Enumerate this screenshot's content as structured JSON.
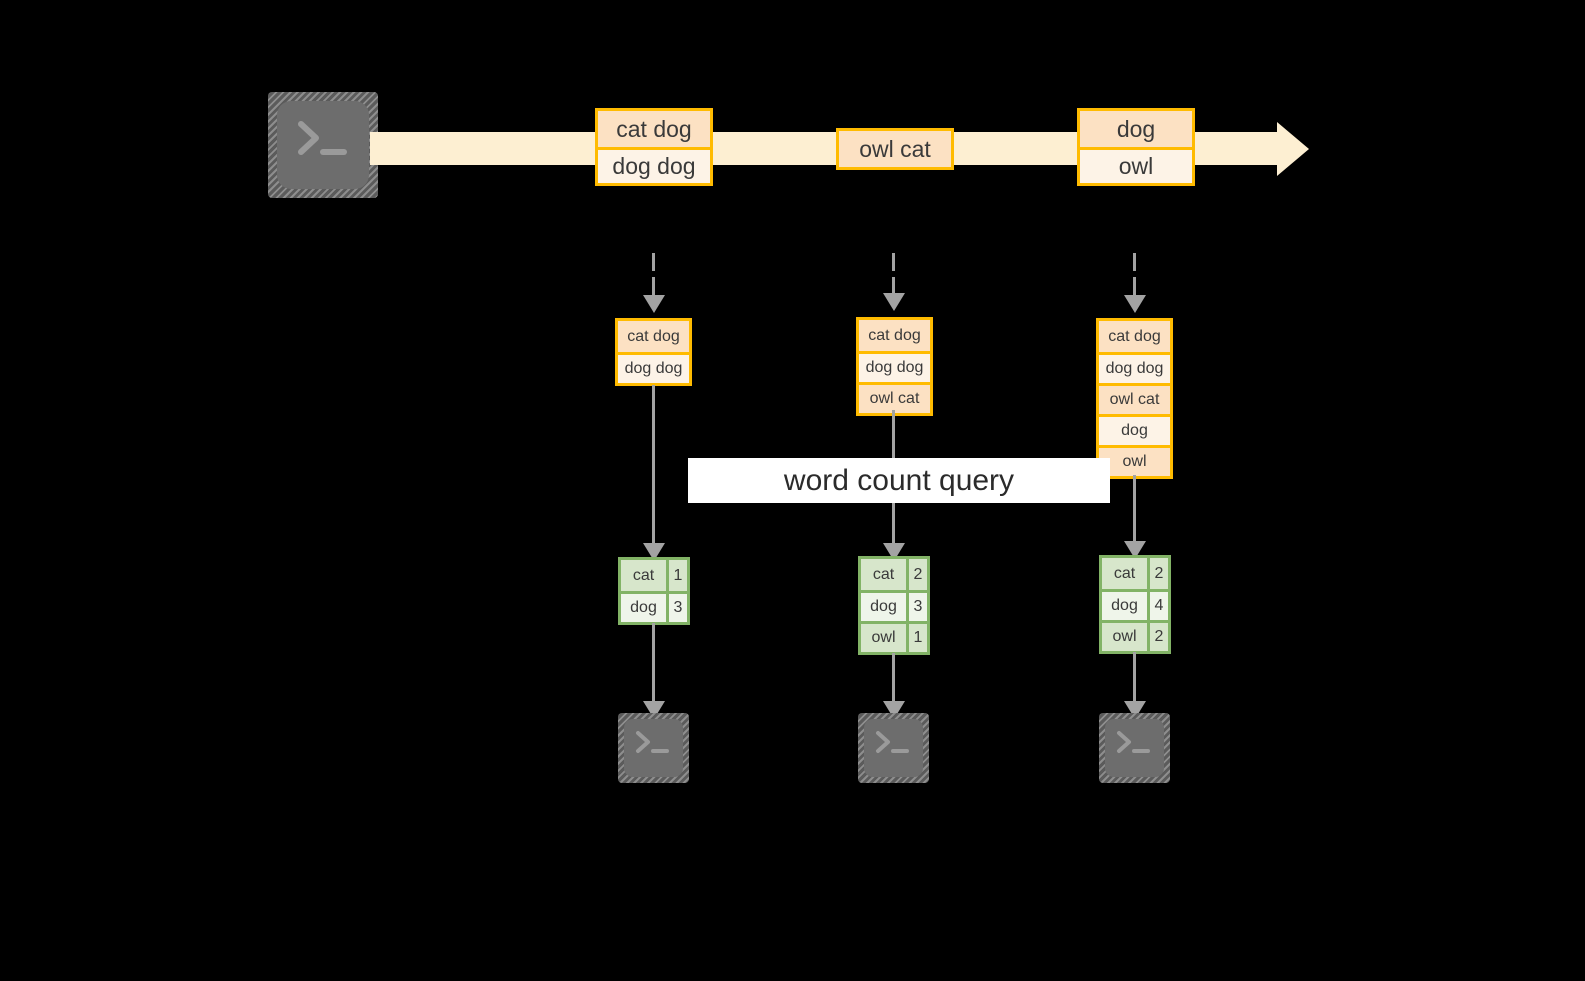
{
  "diagram": {
    "title": "word count query stream diagram",
    "colors": {
      "background": "#000000",
      "stream_fill": "#fdefd2",
      "message_border": "#ffbb00",
      "message_fill_dark": "#fce1c3",
      "message_fill_light": "#fdf3e7",
      "table_border": "#82b366",
      "table_fill_dark": "#d7e6cb",
      "table_fill_light": "#eff5ea",
      "connector": "#a3a3a3",
      "label_band": "#ffffff",
      "terminal_body": "#6d6d6d"
    },
    "label": "word count query",
    "terminal_glyph": ">_",
    "stream": {
      "messages": [
        {
          "rows": [
            "cat dog",
            "dog dog"
          ]
        },
        {
          "rows": [
            "owl cat"
          ]
        },
        {
          "rows": [
            "dog",
            "owl"
          ]
        }
      ]
    },
    "snapshots": [
      {
        "rows": [
          "cat dog",
          "dog dog"
        ]
      },
      {
        "rows": [
          "cat dog",
          "dog dog",
          "owl cat"
        ]
      },
      {
        "rows": [
          "cat dog",
          "dog dog",
          "owl cat",
          "dog",
          "owl"
        ]
      }
    ],
    "results": [
      {
        "rows": [
          {
            "word": "cat",
            "count": "1"
          },
          {
            "word": "dog",
            "count": "3"
          }
        ]
      },
      {
        "rows": [
          {
            "word": "cat",
            "count": "2"
          },
          {
            "word": "dog",
            "count": "3"
          },
          {
            "word": "owl",
            "count": "1"
          }
        ]
      },
      {
        "rows": [
          {
            "word": "cat",
            "count": "2"
          },
          {
            "word": "dog",
            "count": "4"
          },
          {
            "word": "owl",
            "count": "2"
          }
        ]
      }
    ]
  }
}
